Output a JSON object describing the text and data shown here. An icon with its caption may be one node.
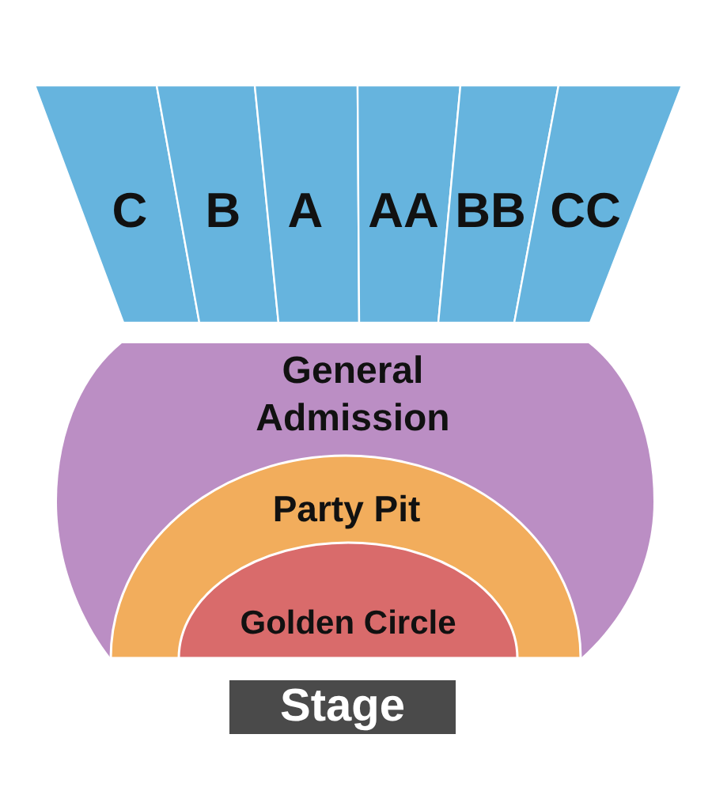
{
  "diagram": {
    "nodes": [
      {
        "text": [
          "C"
        ]
      },
      {
        "text": [
          "B"
        ]
      },
      {
        "text": [
          "A"
        ]
      },
      {
        "text": [
          "AA"
        ]
      },
      {
        "text": [
          "BB"
        ]
      },
      {
        "text": [
          "CC"
        ]
      },
      {
        "text": [
          "General Admission"
        ]
      },
      {
        "text": [
          "Party Pit"
        ],
        "in": 6
      },
      {
        "text": [
          "Golden Circle"
        ],
        "in": 7
      },
      {
        "text": [
          "Stage"
        ]
      }
    ]
  }
}
